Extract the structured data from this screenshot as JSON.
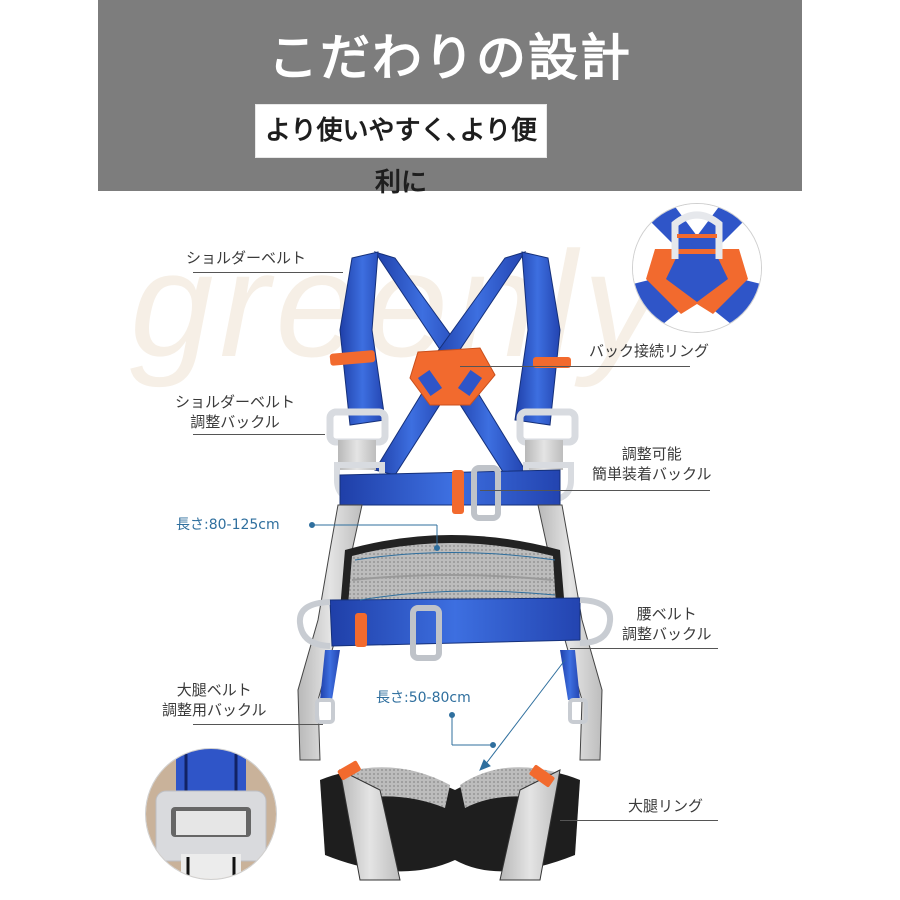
{
  "banner": {
    "title": "こだわりの設計",
    "subtitle": "より使いやすく､より便利に",
    "background_color": "#7d7d7d"
  },
  "watermark": {
    "text": "greenly"
  },
  "labels": {
    "shoulder_belt": "ショルダーベルト",
    "back_ring": "バック接続リング",
    "shoulder_buckle_line1": "ショルダーベルト",
    "shoulder_buckle_line2": "調整バックル",
    "easy_buckle_line1": "調整可能",
    "easy_buckle_line2": "簡単装着バックル",
    "waist_length": "長さ:80-125cm",
    "waist_buckle_line1": "腰ベルト",
    "waist_buckle_line2": "調整バックル",
    "thigh_buckle_line1": "大腿ベルト",
    "thigh_buckle_line2": "調整用バックル",
    "thigh_length": "長さ:50-80cm",
    "thigh_ring": "大腿リング"
  },
  "colors": {
    "strap_blue": "#2f55c8",
    "accent_orange": "#f26a2e",
    "padding_grey": "#c9c9c9",
    "metal": "#d8dbe0",
    "dimension_blue": "#2f6f9e"
  },
  "insets": [
    {
      "name": "back-ring-detail"
    },
    {
      "name": "buckle-detail"
    }
  ]
}
